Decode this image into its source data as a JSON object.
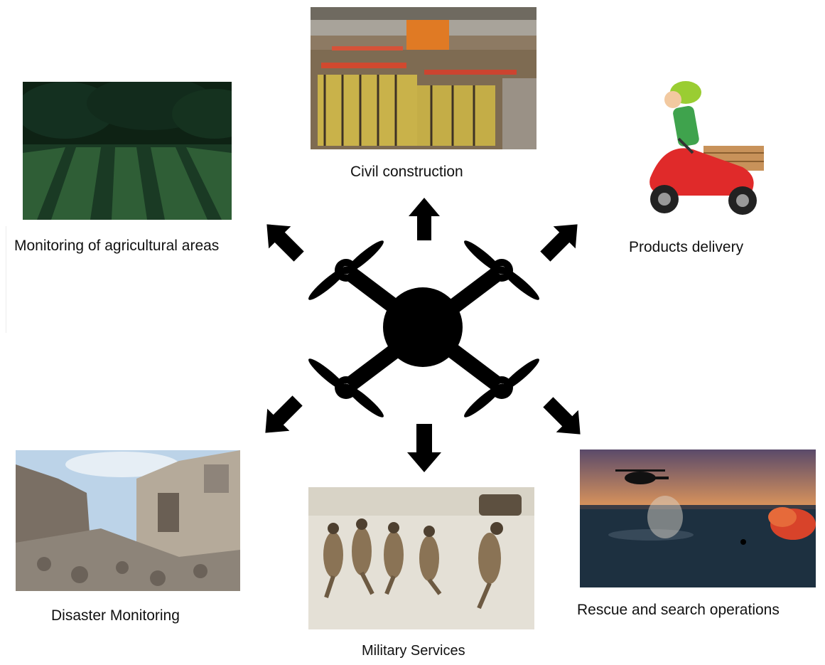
{
  "diagram": {
    "center_icon": "quadcopter-drone-icon",
    "arrow_color": "#000000",
    "applications": [
      {
        "id": "civil",
        "label": "Civil construction",
        "photo": "construction-site-photo"
      },
      {
        "id": "agri",
        "label": "Monitoring of agricultural areas",
        "photo": "tea-plantation-photo"
      },
      {
        "id": "delivery",
        "label": "Products delivery",
        "photo": "scooter-delivery-cartoon"
      },
      {
        "id": "disaster",
        "label": "Disaster Monitoring",
        "photo": "collapsed-buildings-photo"
      },
      {
        "id": "military",
        "label": "Military Services",
        "photo": "soldiers-running-photo"
      },
      {
        "id": "rescue",
        "label": "Rescue and search operations",
        "photo": "helicopter-sea-rescue-photo"
      }
    ]
  }
}
